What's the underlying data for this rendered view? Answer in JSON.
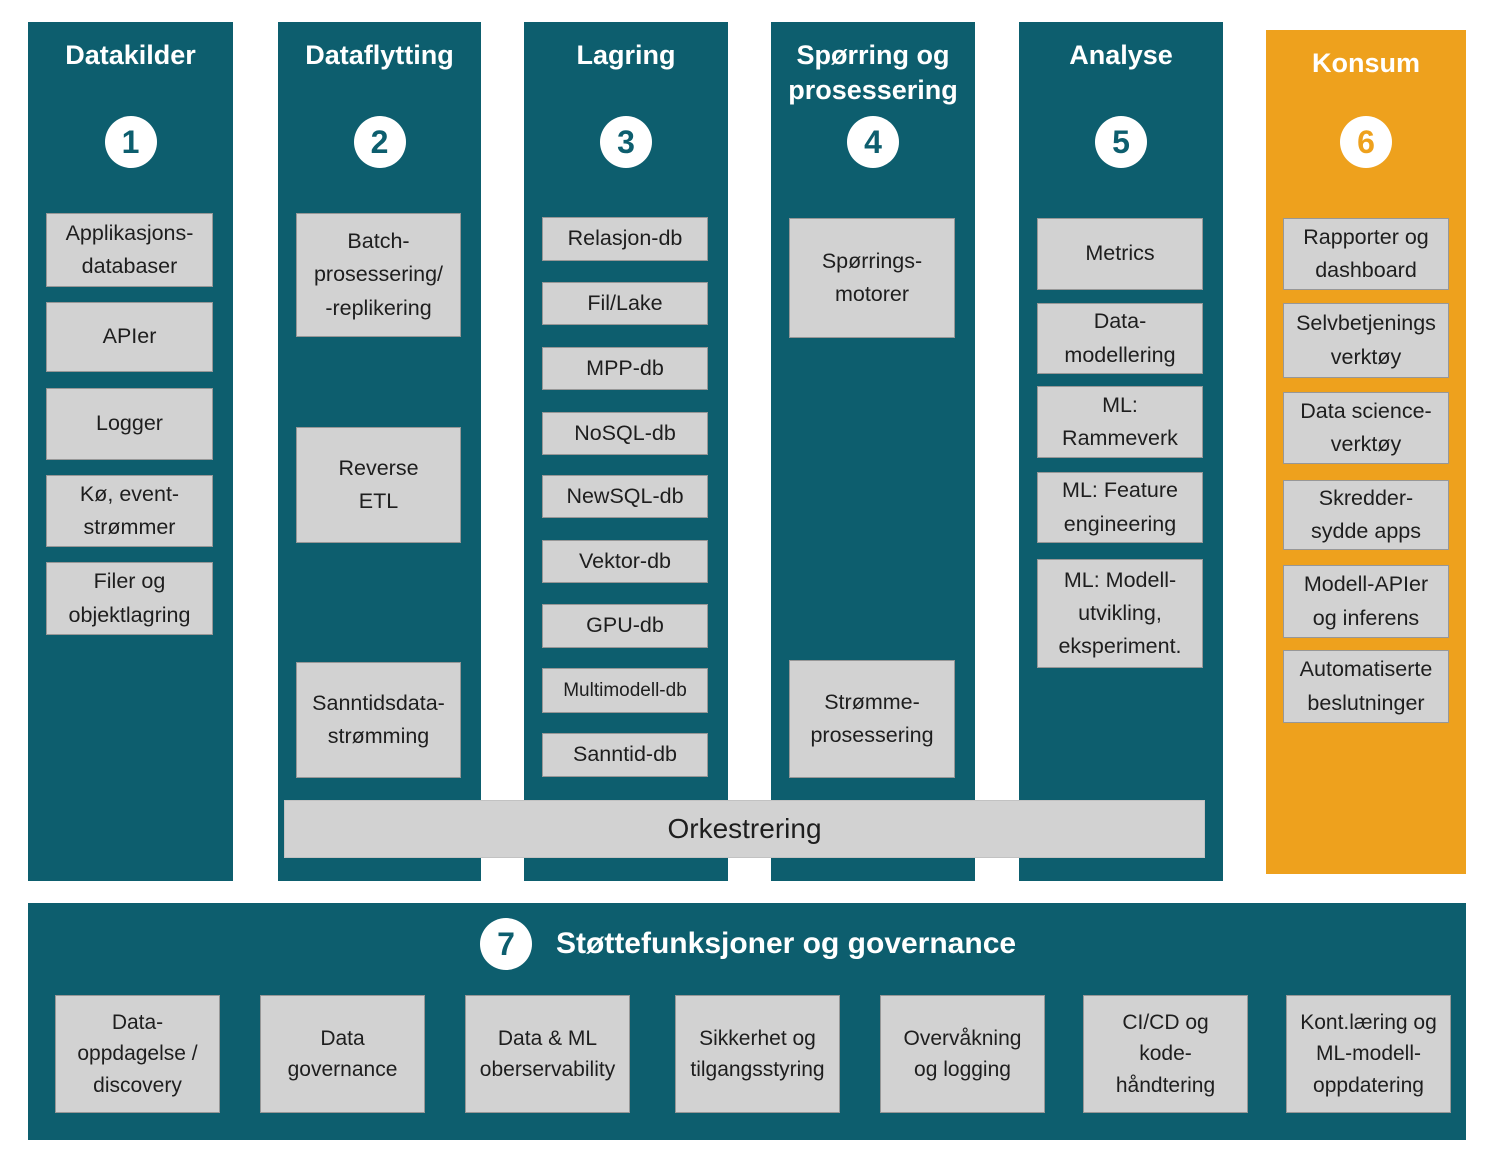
{
  "colors": {
    "teal": "#0d5e6e",
    "orange": "#eea11d",
    "box_grey": "#d2d2d2",
    "box_text": "#1e1e1e",
    "white": "#ffffff"
  },
  "columns": [
    {
      "title": "Datakilder",
      "number": "1",
      "boxes": [
        {
          "label": "Applikasjons-\ndatabaser"
        },
        {
          "label": "APIer"
        },
        {
          "label": "Logger"
        },
        {
          "label": "Kø, event-\nstrømmer"
        },
        {
          "label": "Filer og\nobjektlagring"
        }
      ]
    },
    {
      "title": "Dataflytting",
      "number": "2",
      "boxes": [
        {
          "label": "Batch-\nprosessering/\n-replikering"
        },
        {
          "label": "Reverse\nETL"
        },
        {
          "label": "Sanntidsdata-\nstrømming"
        }
      ]
    },
    {
      "title": "Lagring",
      "number": "3",
      "boxes": [
        {
          "label": "Relasjon-db"
        },
        {
          "label": "Fil/Lake"
        },
        {
          "label": "MPP-db"
        },
        {
          "label": "NoSQL-db"
        },
        {
          "label": "NewSQL-db"
        },
        {
          "label": "Vektor-db"
        },
        {
          "label": "GPU-db"
        },
        {
          "label": "Multimodell-db"
        },
        {
          "label": "Sanntid-db"
        }
      ]
    },
    {
      "title": "Spørring og\nprosessering",
      "number": "4",
      "boxes": [
        {
          "label": "Spørrings-\nmotorer"
        },
        {
          "label": "Strømme-\nprosessering"
        }
      ]
    },
    {
      "title": "Analyse",
      "number": "5",
      "boxes": [
        {
          "label": "Metrics"
        },
        {
          "label": "Data-\nmodellering"
        },
        {
          "label": "ML:\nRammeverk"
        },
        {
          "label": "ML: Feature\nengineering"
        },
        {
          "label": "ML: Modell-\nutvikling,\neksperiment."
        }
      ]
    },
    {
      "title": "Konsum",
      "number": "6",
      "boxes": [
        {
          "label": "Rapporter og\ndashboard"
        },
        {
          "label": "Selvbetjenings\nverktøy"
        },
        {
          "label": "Data science-\nverktøy"
        },
        {
          "label": "Skredder-\nsydde apps"
        },
        {
          "label": "Modell-APIer\nog inferens"
        },
        {
          "label": "Automatiserte\nbeslutninger"
        }
      ]
    }
  ],
  "orchestration": {
    "label": "Orkestrering"
  },
  "governance": {
    "number": "7",
    "title": "Støttefunksjoner og governance",
    "boxes": [
      {
        "label": "Data-\noppdagelse /\ndiscovery"
      },
      {
        "label": "Data\ngovernance"
      },
      {
        "label": "Data & ML\noberservability"
      },
      {
        "label": "Sikkerhet og\ntilgangsstyring"
      },
      {
        "label": "Overvåkning\nog logging"
      },
      {
        "label": "CI/CD og\nkode-\nhåndtering"
      },
      {
        "label": "Kont.læring og\nML-modell-\noppdatering"
      }
    ]
  }
}
